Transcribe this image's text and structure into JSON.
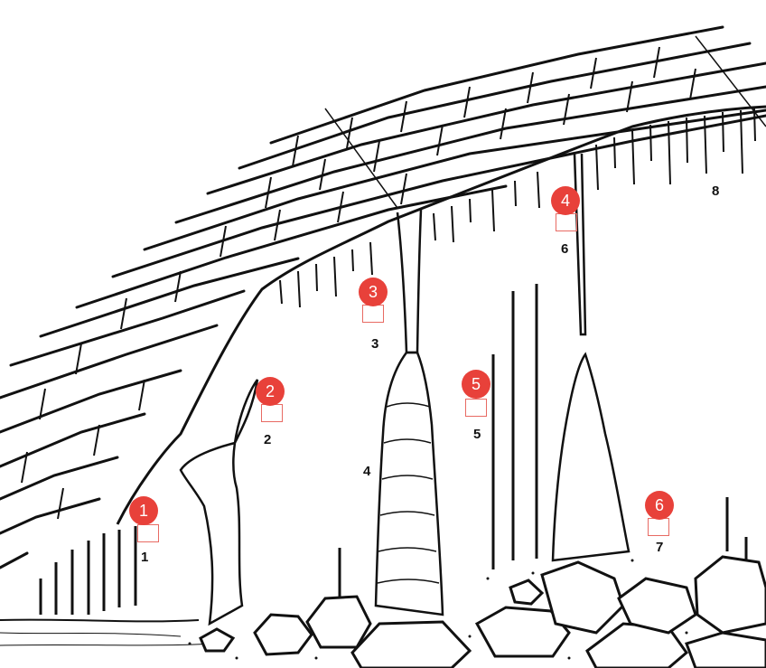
{
  "colors": {
    "marker": "#e8413a",
    "marker_text": "#ffffff",
    "box_border": "#e86a63",
    "ink": "#111111"
  },
  "markers": [
    "1",
    "2",
    "3",
    "4",
    "5",
    "6"
  ],
  "labels": [
    "1",
    "2",
    "3",
    "4",
    "5",
    "6",
    "7",
    "8"
  ]
}
